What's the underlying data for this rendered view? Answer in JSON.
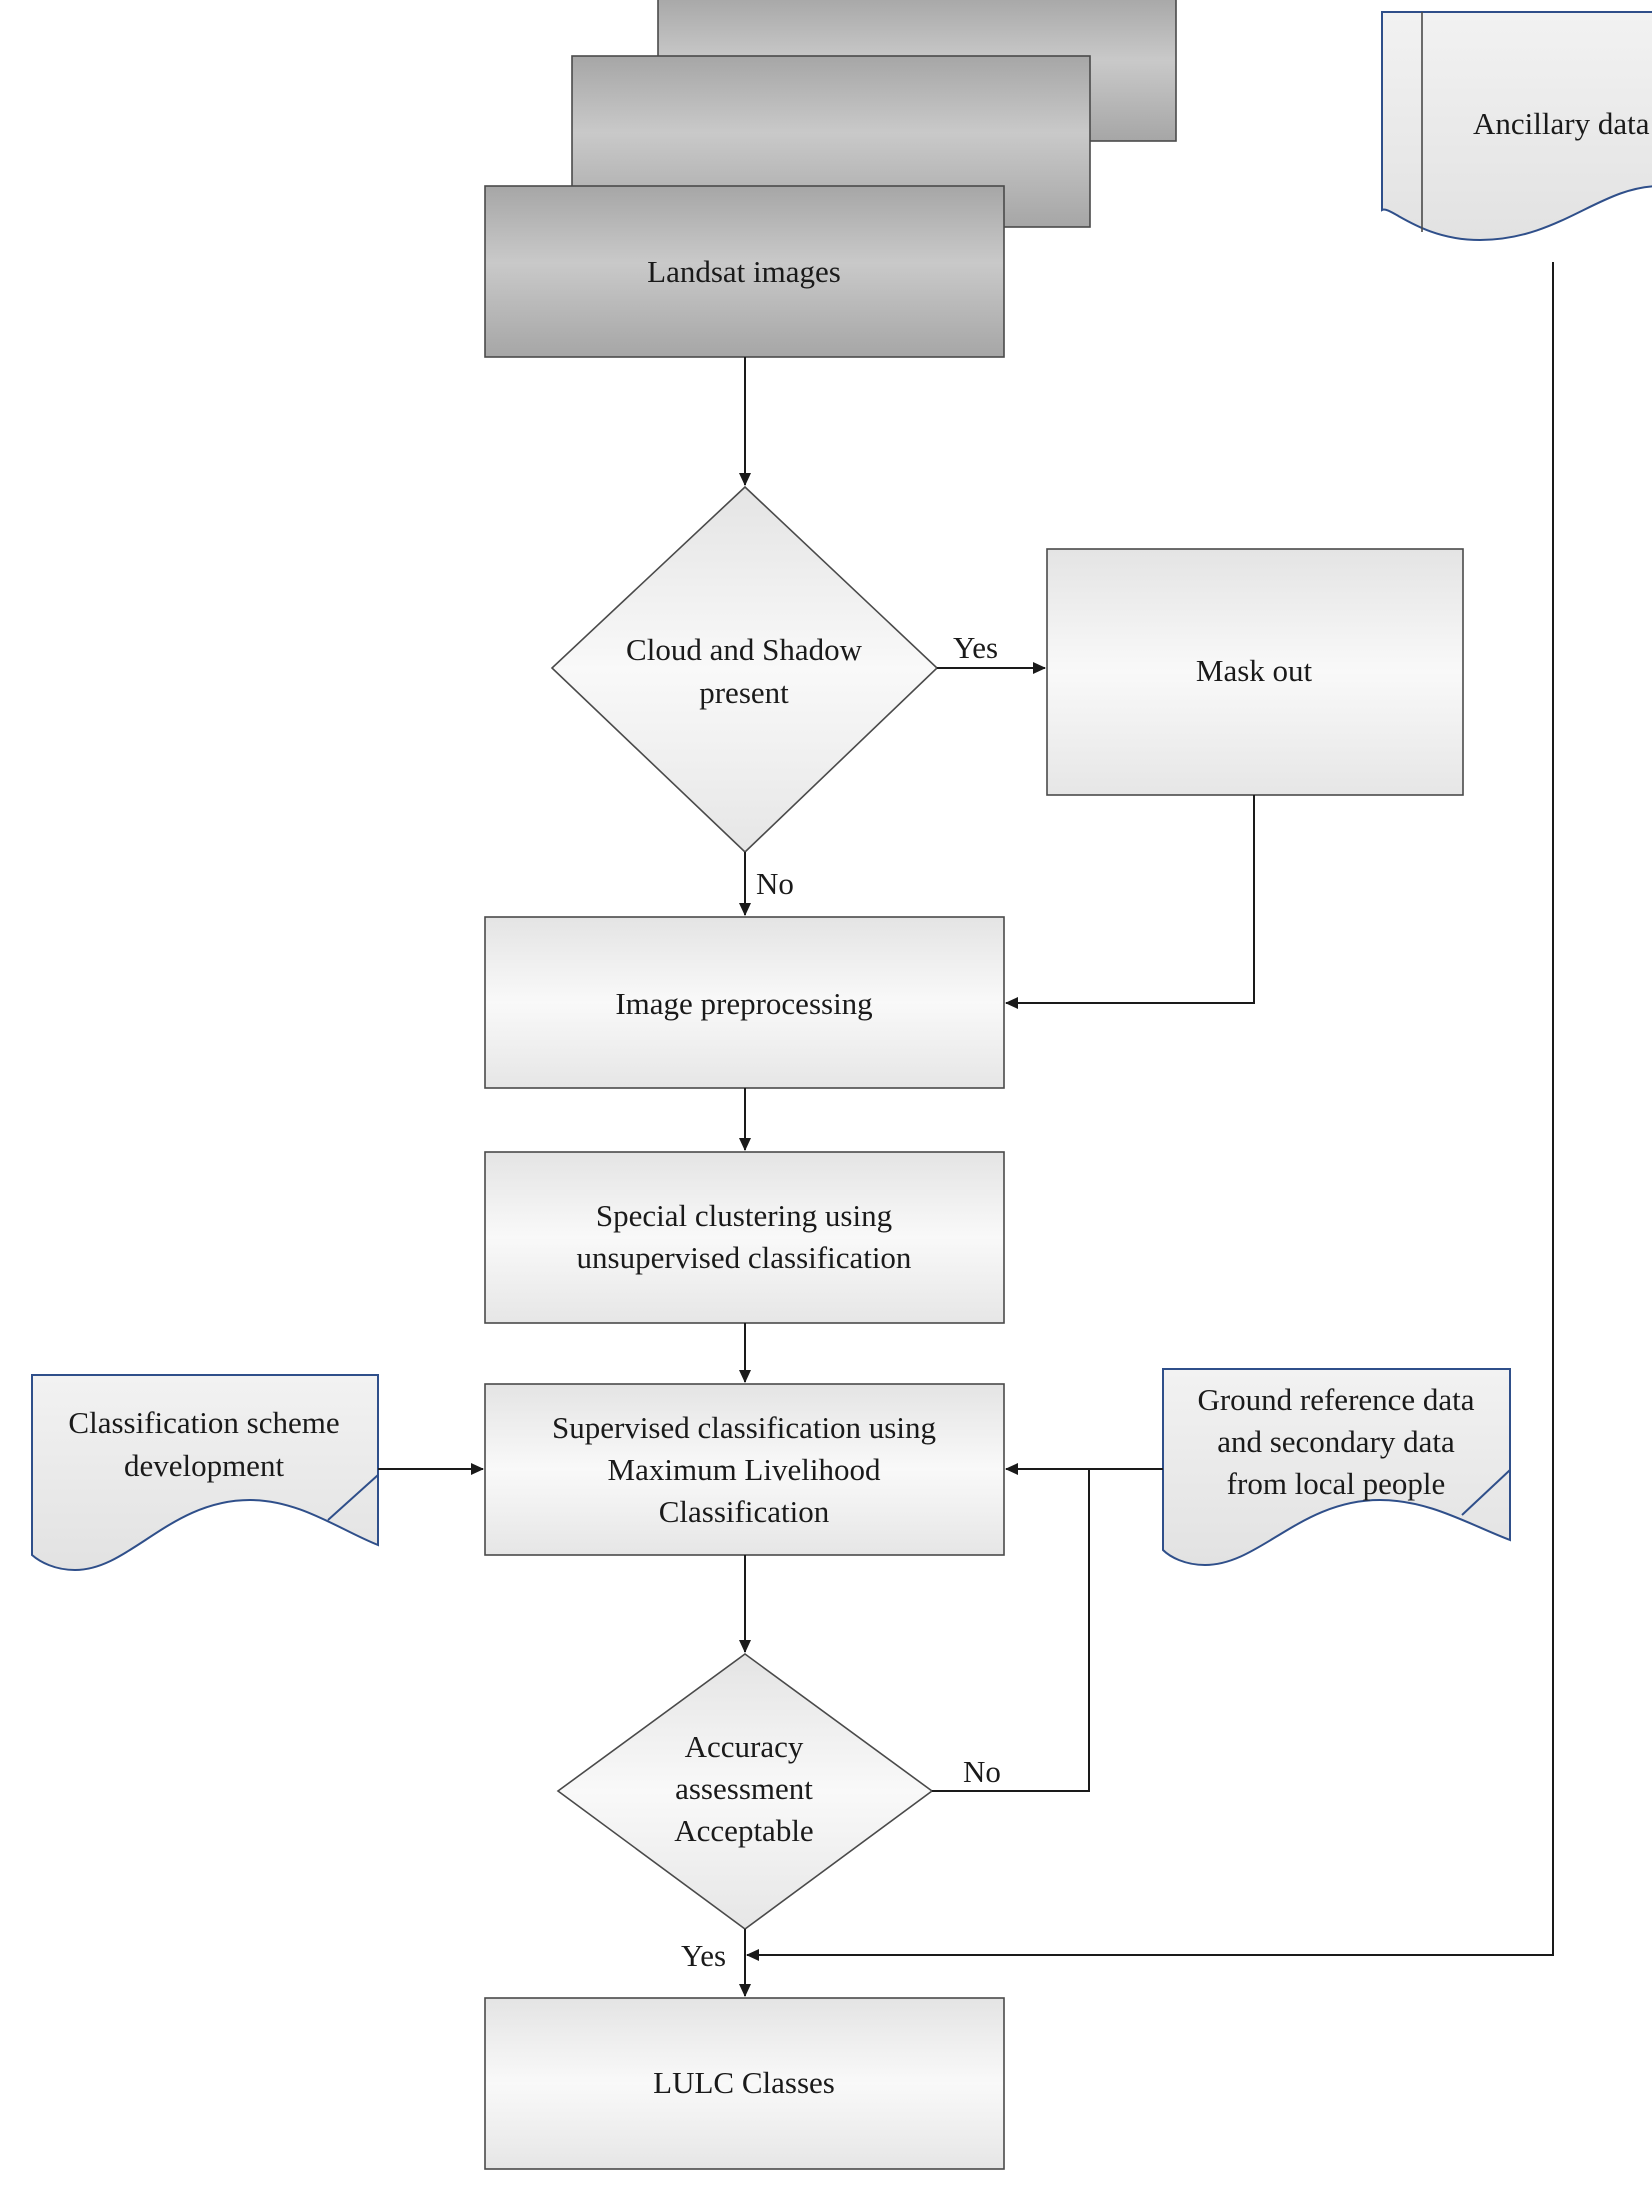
{
  "nodes": {
    "landsat": "Landsat  images",
    "ancillary": "Ancillary data",
    "cloud_decision": [
      "Cloud and Shadow",
      "present"
    ],
    "mask_out": "Mask out",
    "preprocessing": "Image preprocessing",
    "clustering": [
      "Special clustering using",
      "unsupervised classification"
    ],
    "supervised": [
      "Supervised classification using",
      "Maximum Livelihood",
      "Classification"
    ],
    "scheme": [
      "Classification scheme",
      "development"
    ],
    "ground_ref": [
      "Ground reference data",
      "and secondary data",
      "from local people"
    ],
    "accuracy": [
      "Accuracy",
      "assessment",
      "Acceptable"
    ],
    "lulc": "LULC Classes"
  },
  "edge_labels": {
    "cloud_yes": "Yes",
    "cloud_no": "No",
    "accuracy_no": "No",
    "accuracy_yes": "Yes"
  },
  "colors": {
    "landsat_stack": "#c8c8c8",
    "process_box": "#f0f0f0",
    "doc_border": "#2f4f8a",
    "line": "#1a1a1a"
  }
}
